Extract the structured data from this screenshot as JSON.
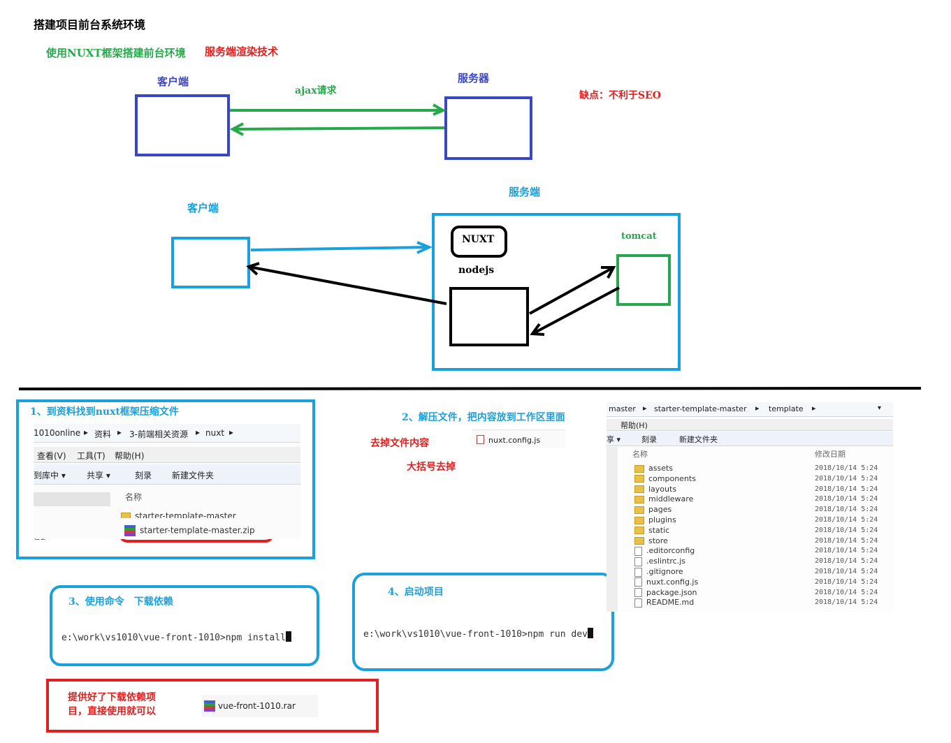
{
  "title": "搭建项目前台系统环境",
  "subtitle_green": "使用NUXT框架搭建前台环境",
  "subtitle_red": "服务端渲染技术",
  "diagram1": {
    "client_label": "客户端",
    "server_label": "服务器",
    "arrow_label": "ajax请求",
    "drawback": "缺点：不利于SEO"
  },
  "diagram2": {
    "client_label": "客户端",
    "server_label": "服务端",
    "nuxt_label": "NUXT",
    "nodejs_label": "nodejs",
    "tomcat_label": "tomcat"
  },
  "step1": {
    "title": "1、到资料找到nuxt框架压缩文件",
    "breadcrumb": [
      "1010online",
      "资料",
      "3-前端相关资源",
      "nuxt"
    ],
    "menu": [
      "查看(V)",
      "工具(T)",
      "帮助(H)"
    ],
    "toolbar": [
      "到库中 ▾",
      "共享 ▾",
      "刻录",
      "新建文件夹"
    ],
    "column_name": "名称",
    "files": [
      "starter-template-master",
      "starter-template-master.zip"
    ],
    "side_text": "亿盘"
  },
  "step2": {
    "title": "2、解压文件，把内容放到工作区里面",
    "note1": "去掉文件内容",
    "note2": "大括号去掉",
    "config_file": "nuxt.config.js",
    "breadcrumb": [
      "master",
      "starter-template-master",
      "template"
    ],
    "menu": "帮助(H)",
    "toolbar": [
      "享 ▾",
      "刻录",
      "新建文件夹"
    ],
    "col_name": "名称",
    "col_date": "修改日期",
    "files": [
      {
        "name": "assets",
        "date": "2018/10/14 5:24",
        "folder": true
      },
      {
        "name": "components",
        "date": "2018/10/14 5:24",
        "folder": true
      },
      {
        "name": "layouts",
        "date": "2018/10/14 5:24",
        "folder": true
      },
      {
        "name": "middleware",
        "date": "2018/10/14 5:24",
        "folder": true
      },
      {
        "name": "pages",
        "date": "2018/10/14 5:24",
        "folder": true
      },
      {
        "name": "plugins",
        "date": "2018/10/14 5:24",
        "folder": true
      },
      {
        "name": "static",
        "date": "2018/10/14 5:24",
        "folder": true
      },
      {
        "name": "store",
        "date": "2018/10/14 5:24",
        "folder": true
      },
      {
        "name": ".editorconfig",
        "date": "2018/10/14 5:24",
        "folder": false
      },
      {
        "name": ".eslintrc.js",
        "date": "2018/10/14 5:24",
        "folder": false
      },
      {
        "name": ".gitignore",
        "date": "2018/10/14 5:24",
        "folder": false
      },
      {
        "name": "nuxt.config.js",
        "date": "2018/10/14 5:24",
        "folder": false
      },
      {
        "name": "package.json",
        "date": "2018/10/14 5:24",
        "folder": false
      },
      {
        "name": "README.md",
        "date": "2018/10/14 5:24",
        "folder": false
      }
    ]
  },
  "step3": {
    "title": "3、使用命令　下载依赖",
    "command": "e:\\work\\vs1010\\vue-front-1010>npm install"
  },
  "step4": {
    "title": "4、启动项目",
    "command": "e:\\work\\vs1010\\vue-front-1010>npm run dev"
  },
  "note": {
    "text_line1": "提供好了下载依赖项",
    "text_line2": "目，直接使用就可以",
    "file": "vue-front-1010.rar"
  },
  "colors": {
    "green": "#27a84a",
    "red": "#e02020",
    "dark_blue": "#3a47c4",
    "light_blue": "#1aa0dc",
    "black": "#000000"
  }
}
